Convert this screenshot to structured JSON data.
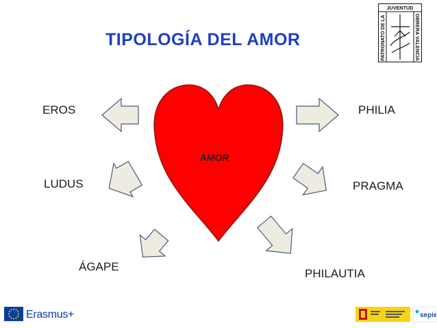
{
  "title": "TIPOLOGÍA DEL AMOR",
  "center_label": "AMOR",
  "love_types": [
    "EROS",
    "LUDUS",
    "ÁGAPE",
    "PHILIA",
    "PRAGMA",
    "PHILAUTIA"
  ],
  "logo": {
    "top_text": "JUVENTUD",
    "left_text": "PATRONATO DE LA",
    "right_text": "OBRERA VALENCIA"
  },
  "footer": {
    "erasmus_label": "Erasmus+",
    "sepie_label": "sepie"
  },
  "colors": {
    "title": "#1f3fbf",
    "heart": "#ff0000",
    "arrow_fill": "#eeece1",
    "erasmus_blue": "#0b3d9c"
  }
}
